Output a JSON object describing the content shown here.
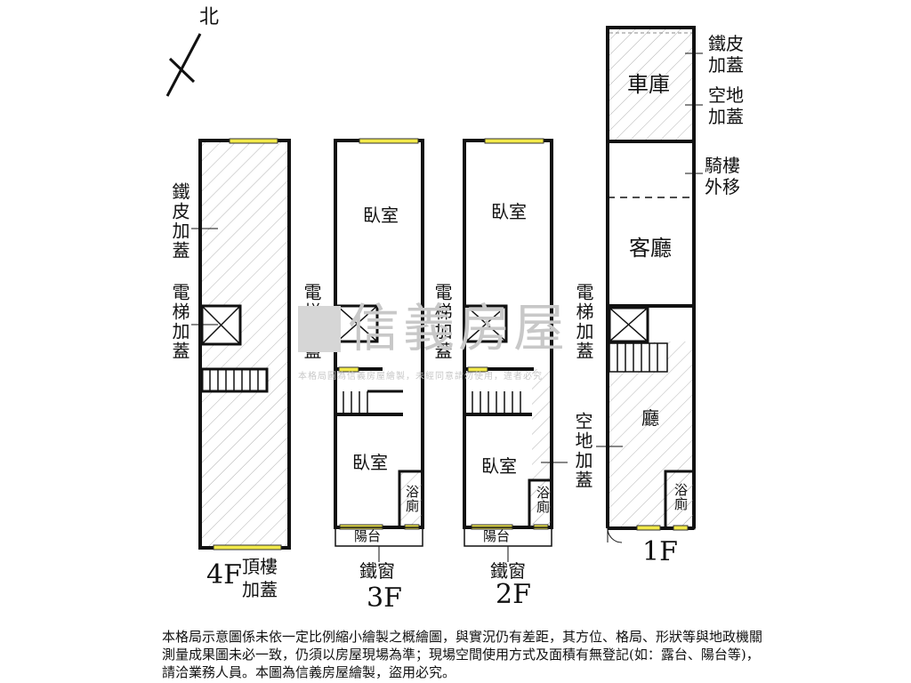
{
  "compass": {
    "label": "北"
  },
  "floors": {
    "f4": {
      "name": "4F",
      "label_steel_roof": "鐵皮加蓋",
      "label_elevator": "電梯加蓋",
      "label_roof": "頂樓加蓋"
    },
    "f3": {
      "name": "3F",
      "label_elevator": "電梯加蓋",
      "room_bedroom_top": "臥室",
      "room_bedroom_bottom": "臥室",
      "room_bath": "浴廁",
      "room_balcony": "陽台",
      "label_iron_window": "鐵窗"
    },
    "f2": {
      "name": "2F",
      "label_elevator": "電梯加蓋",
      "room_bedroom_top": "臥室",
      "room_bedroom_bottom": "臥室",
      "room_bath": "浴廁",
      "room_balcony": "陽台",
      "label_iron_window": "鐵窗",
      "label_open_space": "空地加蓋"
    },
    "f1": {
      "name": "1F",
      "label_elevator": "電梯加蓋",
      "room_garage": "車庫",
      "room_living": "客廳",
      "room_hall": "廳",
      "room_bath": "浴廁",
      "label_steel_roof": "鐵皮加蓋",
      "label_open_space": "空地加蓋",
      "label_arcade": "騎樓外移",
      "label_open_space_left": "空地加蓋"
    }
  },
  "watermark": {
    "text": "信義房屋",
    "subtext": "本格局圖為信義房屋繪製，未經同意請勿使用，違者必究"
  },
  "disclaimer": "本格局示意圖係未依一定比例縮小繪製之概繪圖，與實況仍有差距，其方位、格局、形狀等與地政機關測量成果圖未必一致，仍須以房屋現場為準；現場空間使用方式及面積有無登記(如：露台、陽台等)，請洽業務人員。本圖為信義房屋繪製，盜用必究。"
}
